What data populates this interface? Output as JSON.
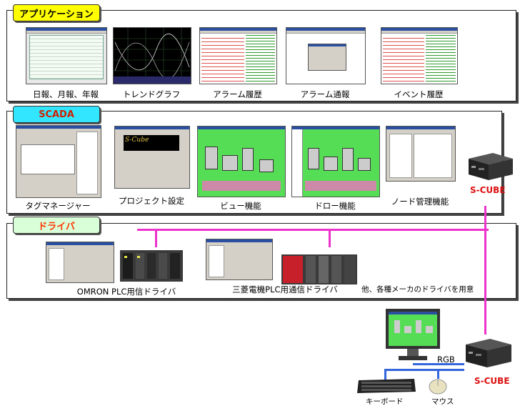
{
  "sections": {
    "application": {
      "title": "アプリケーション",
      "items": [
        "日報、月報、年報",
        "トレンドグラフ",
        "アラーム履歴",
        "アラーム通報",
        "イベント履歴"
      ]
    },
    "scada": {
      "title": "SCADA",
      "items": [
        "タグマネージャー",
        "プロジェクト設定",
        "ビュー機能",
        "ドロー機能",
        "ノード管理機能"
      ],
      "device_label": "S-CUBE"
    },
    "driver": {
      "title": "ドライバ",
      "items": [
        "OMRON PLC用信ドライバ",
        "三菱電機PLC用通信ドライバ"
      ],
      "note": "他、各種メーカのドライバを用意"
    }
  },
  "bottom": {
    "monitor_label": "RGB",
    "device_label": "S-CUBE",
    "keyboard_label": "キーボード",
    "mouse_label": "マウス"
  },
  "splash_text": "S-Cube",
  "colors": {
    "application_tag": "#ffff00",
    "scada_tag": "#33e6ff",
    "driver_tag": "#d9ffd9",
    "network_line": "#ee33cc",
    "io_line": "#3366dd",
    "brand_red": "#dd1111"
  }
}
